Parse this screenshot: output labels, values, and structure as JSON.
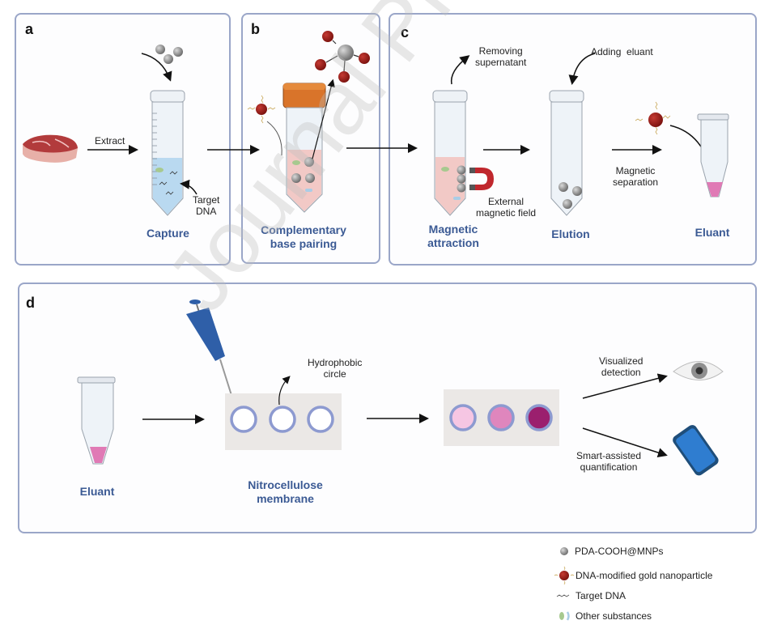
{
  "panels": {
    "a": {
      "label": "a",
      "title": "Capture",
      "extract_label": "Extract",
      "target_label_line1": "Target",
      "target_label_line2": "DNA"
    },
    "b": {
      "label": "b",
      "title_line1": "Complementary",
      "title_line2": "base pairing"
    },
    "c": {
      "label": "c",
      "removing_line1": "Removing",
      "removing_line2": "supernatant",
      "adding": "Adding  eluant",
      "external_line1": "External",
      "external_line2": "magnetic field",
      "magsep_line1": "Magnetic",
      "magsep_line2": "separation",
      "step1_line1": "Magnetic",
      "step1_line2": "attraction",
      "step2": "Elution",
      "step3": "Eluant"
    },
    "d": {
      "label": "d",
      "eluant": "Eluant",
      "membrane_line1": "Nitrocellulose",
      "membrane_line2": "membrane",
      "hydrophobic_line1": "Hydrophobic",
      "hydrophobic_line2": "circle",
      "visual_line1": "Visualized",
      "visual_line2": "detection",
      "smart_line1": "Smart-assisted",
      "smart_line2": "quantification",
      "result_colors": [
        "#f6c6e3",
        "#df86bd",
        "#9b1f6e"
      ]
    }
  },
  "legend": [
    {
      "icon": "gray-sphere",
      "label": "PDA-COOH@MNPs"
    },
    {
      "icon": "red-nanoparticle",
      "label": "DNA-modified gold nanoparticle"
    },
    {
      "icon": "wavy-line",
      "label": "Target DNA"
    },
    {
      "icon": "green-blue-blobs",
      "label": "Other substances"
    }
  ],
  "watermark": "Journal Pre-proof",
  "colors": {
    "panel_border": "#9aa6c8",
    "title_blue": "#3b5a94",
    "gold_np": "#a3201d",
    "mnp_gray": "#8d8d8d",
    "liquid_blue": "#b9d9f0",
    "liquid_pink": "#f2c9c6"
  }
}
